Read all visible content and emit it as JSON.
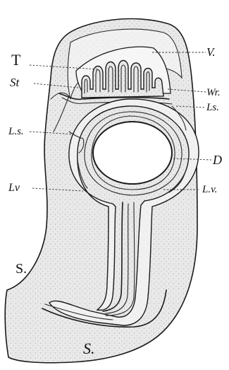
{
  "figure": {
    "colors": {
      "tissue_fill": "#e6e6e6",
      "stipple": "#9a9a9a",
      "line": "#1a1a1a",
      "background": "#ffffff"
    },
    "labels": {
      "T": "T",
      "V": "V.",
      "St": "St",
      "Wr": "Wr.",
      "Ls_left": "L.s.",
      "Ls_right": "Ls.",
      "D": "D",
      "Lv_left": "Lv",
      "Lv_right": "L.v.",
      "S_side": "S.",
      "S_bottom": "S."
    }
  }
}
